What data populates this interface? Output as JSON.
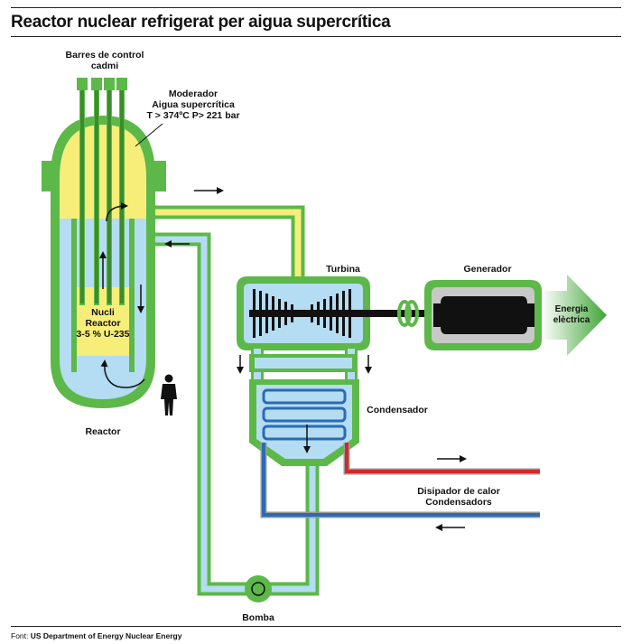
{
  "title": "Reactor nuclear refrigerat per aigua supercrítica",
  "labels": {
    "control_rods_1": "Barres de control",
    "control_rods_2": "cadmi",
    "moderator_1": "Moderador",
    "moderator_2": "Aigua supercrítica",
    "moderator_3": "T > 374ºC  P> 221 bar",
    "core_1": "Nucli",
    "core_2": "Reactor",
    "core_3": "3-5 % U-235",
    "reactor": "Reactor",
    "turbine": "Turbina",
    "generator": "Generador",
    "energy_1": "Energia",
    "energy_2": "elèctrica",
    "condenser": "Condensador",
    "heat_sink_1": "Disipador de calor",
    "heat_sink_2": "Condensadors",
    "pump": "Bomba"
  },
  "footer": {
    "prefix": "Font: ",
    "source": "US Department of Energy Nuclear Energy"
  },
  "colors": {
    "green": "#5cb849",
    "yellow": "#f7ee7a",
    "water": "#b4dcf2",
    "blue_pipe": "#2a6bb4",
    "red_pipe": "#d4282a",
    "black": "#111111",
    "gray": "#c8c8c8"
  }
}
